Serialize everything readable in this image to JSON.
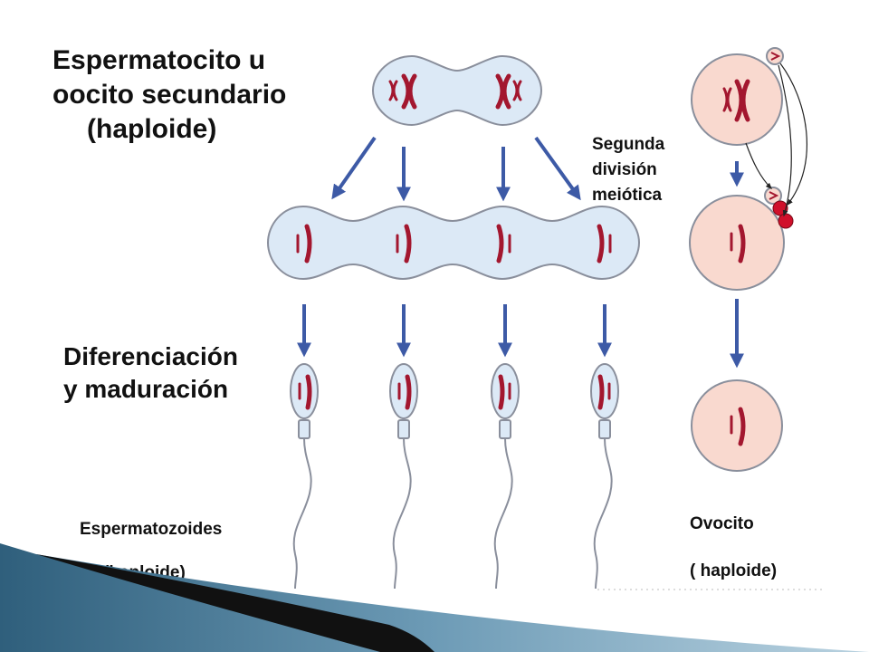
{
  "labels": {
    "secondary_cell": [
      "Espermatocito u",
      "oocito secundario",
      "(haploide)"
    ],
    "differentiation": [
      "Diferenciación",
      "y maduración"
    ],
    "second_division": [
      "Segunda",
      "división",
      "meiótica"
    ],
    "sperm_caption": [
      "Espermatozoides",
      "(haploide)"
    ],
    "ovocyte_caption": [
      "Ovocito",
      "( haploide)"
    ]
  },
  "colors": {
    "cell_blue": "#dce9f6",
    "cell_pink": "#f9d9cf",
    "outline": "#8a8f9c",
    "chromosome": "#a3172f",
    "arrow": "#3d5aa6",
    "polar_body": "#d0102b"
  }
}
